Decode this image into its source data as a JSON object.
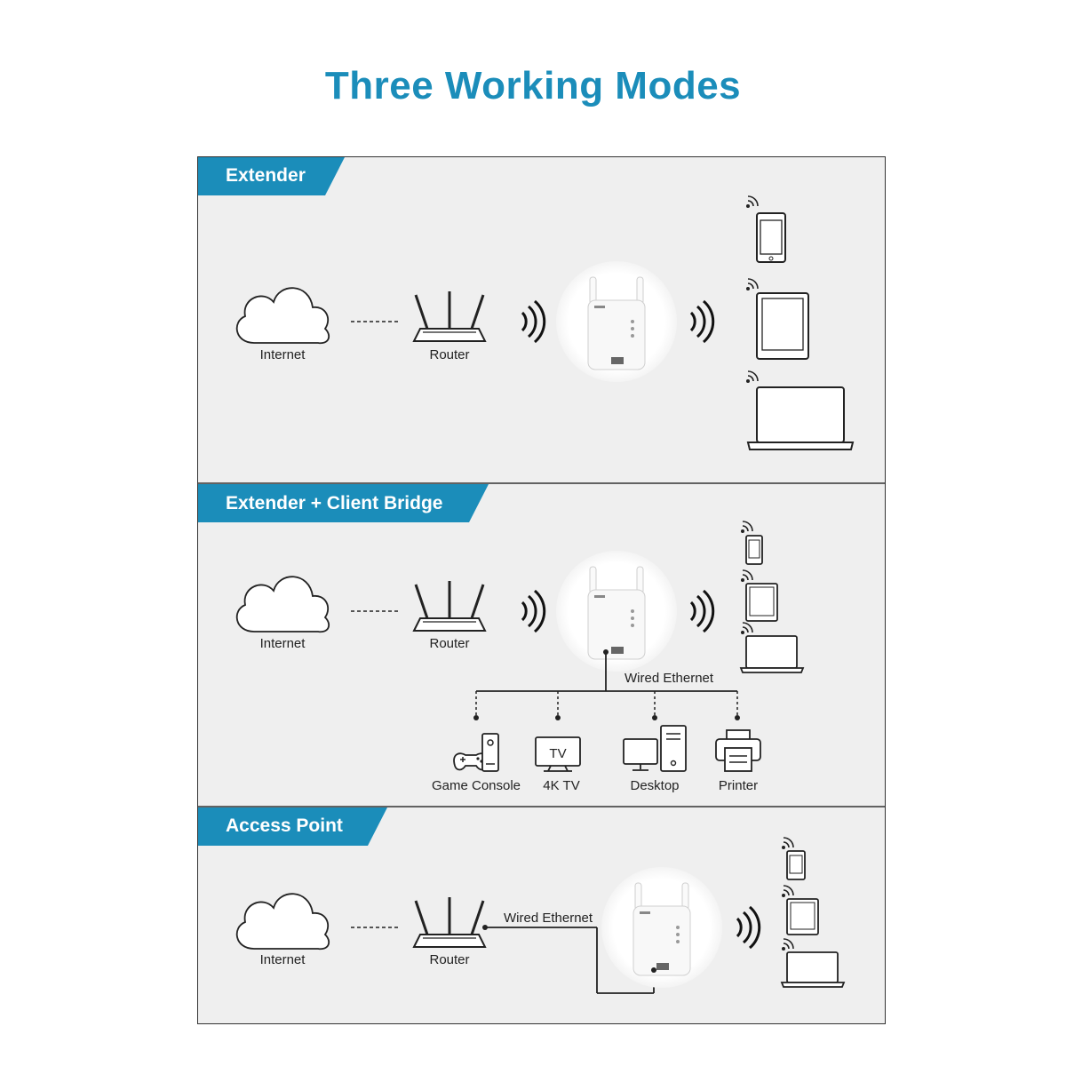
{
  "title": "Three Working Modes",
  "colors": {
    "accent": "#1b8dba",
    "panel": "#efefef",
    "line": "#333333"
  },
  "modes": [
    {
      "name": "Extender",
      "internet_label": "Internet",
      "router_label": "Router"
    },
    {
      "name": "Extender + Client Bridge",
      "internet_label": "Internet",
      "router_label": "Router",
      "wired_label": "Wired Ethernet",
      "wired_devices": [
        "Game Console",
        "4K TV",
        "Desktop",
        "Printer"
      ],
      "tv_screen_text": "TV"
    },
    {
      "name": "Access Point",
      "internet_label": "Internet",
      "router_label": "Router",
      "wired_label": "Wired Ethernet"
    }
  ],
  "icons": [
    "cloud-icon",
    "router-icon",
    "wifi-waves-icon",
    "extender-device-icon",
    "phone-icon",
    "tablet-icon",
    "laptop-icon",
    "game-console-icon",
    "tv-icon",
    "desktop-icon",
    "printer-icon"
  ]
}
